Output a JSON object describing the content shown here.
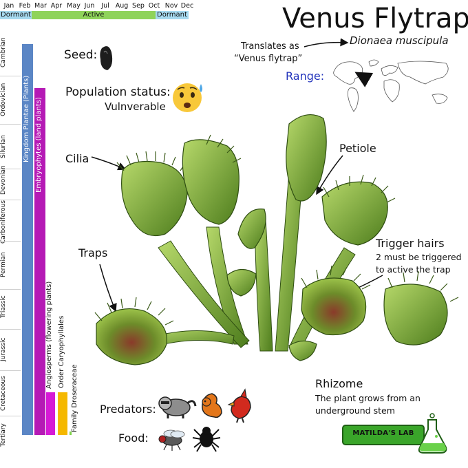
{
  "calendar": {
    "months": [
      "Jan",
      "Feb",
      "Mar",
      "Apr",
      "May",
      "Jun",
      "Jul",
      "Aug",
      "Sep",
      "Oct",
      "Nov",
      "Dec"
    ],
    "phases": [
      {
        "label": "Dormant",
        "color": "#a6d9ef"
      },
      {
        "label": "Active",
        "color": "#8fd35a"
      },
      {
        "label": "Dormant",
        "color": "#a6d9ef"
      }
    ]
  },
  "timeline": {
    "eras": [
      "Cambrian",
      "Ordovician",
      "Silurian",
      "Devonian",
      "Carboniferous",
      "Permian",
      "Triassic",
      "Jurassic",
      "Cretaceous",
      "Tertiary"
    ],
    "taxonomy": [
      {
        "label": "Kingdom Plantae (Plants)",
        "color": "#5b86c5"
      },
      {
        "label": "Embryophytes (land plants)",
        "color": "#b51ab5"
      },
      {
        "label": "Angiosperms (flowering plants)",
        "color": "#d61ad6"
      },
      {
        "label": "Order Caryophyllales",
        "color": "#f5b800"
      },
      {
        "label": "Family Droseraceae",
        "color": "#7fd34a"
      }
    ]
  },
  "header": {
    "title": "Venus Flytrap",
    "translates": "Translates as",
    "translates_quote": "“Venus flytrap”",
    "scientific_name": "Dionaea muscipula",
    "range_label": "Range:"
  },
  "info": {
    "seed_label": "Seed:",
    "population_label": "Population status:",
    "population_value": "Vulnverable"
  },
  "labels": {
    "cilia": "Cilia",
    "petiole": "Petiole",
    "traps": "Traps",
    "trigger_title": "Trigger hairs",
    "trigger_line1": "2 must be triggered",
    "trigger_line2": "to active the trap",
    "rhizome_title": "Rhizome",
    "rhizome_line1": "The plant grows from an",
    "rhizome_line2": "underground stem"
  },
  "bottom": {
    "predators_label": "Predators:",
    "food_label": "Food:",
    "predator_icons": [
      "raccoon-icon",
      "squirrel-icon",
      "cardinal-icon"
    ],
    "food_icons": [
      "fly-icon",
      "spider-icon"
    ]
  },
  "logo": {
    "text": "MATILDA'S LAB",
    "color": "#3aa52a"
  },
  "colors": {
    "range_label": "#2233bb",
    "leaf_dark": "#4f7a1e",
    "leaf_light": "#9bc84a",
    "trap_red": "#8a3a2a"
  }
}
